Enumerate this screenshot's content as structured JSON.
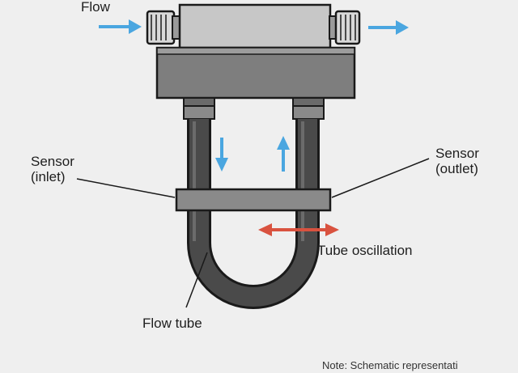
{
  "labels": {
    "flow": "Flow",
    "sensor_inlet_line1": "Sensor",
    "sensor_inlet_line2": "(inlet)",
    "sensor_outlet_line1": "Sensor",
    "sensor_outlet_line2": "(outlet)",
    "tube_oscillation": "Tube oscillation",
    "flow_tube": "Flow tube",
    "note_partial": "Note: Schematic representati"
  },
  "colors": {
    "background": "#efefef",
    "flow_arrow": "#4aa6e0",
    "oscillation_arrow": "#d9523f",
    "metal_dark": "#4a4a4a",
    "metal_light": "#c9c9c9",
    "outline": "#1a1a1a"
  },
  "icons": {
    "flow_direction": "arrow-right-icon",
    "tube_flow_down": "arrow-down-icon",
    "tube_flow_up": "arrow-up-icon",
    "oscillation": "double-arrow-icon"
  }
}
